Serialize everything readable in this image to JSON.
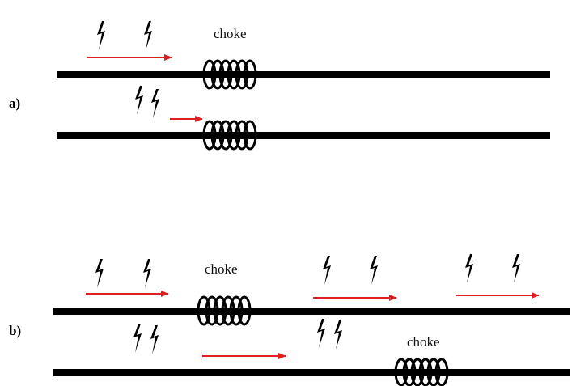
{
  "colors": {
    "wire": "#000000",
    "arrow": "#e02020",
    "lightning": "#000000",
    "coil": "#000000"
  },
  "panels": [
    {
      "id": "a",
      "label": "a)"
    },
    {
      "id": "b",
      "label": "b)"
    }
  ],
  "choke_label": "choke",
  "icons": {
    "lightning": "lightning-bolt-icon",
    "coil": "choke-coil-icon",
    "arrow": "current-arrow"
  }
}
